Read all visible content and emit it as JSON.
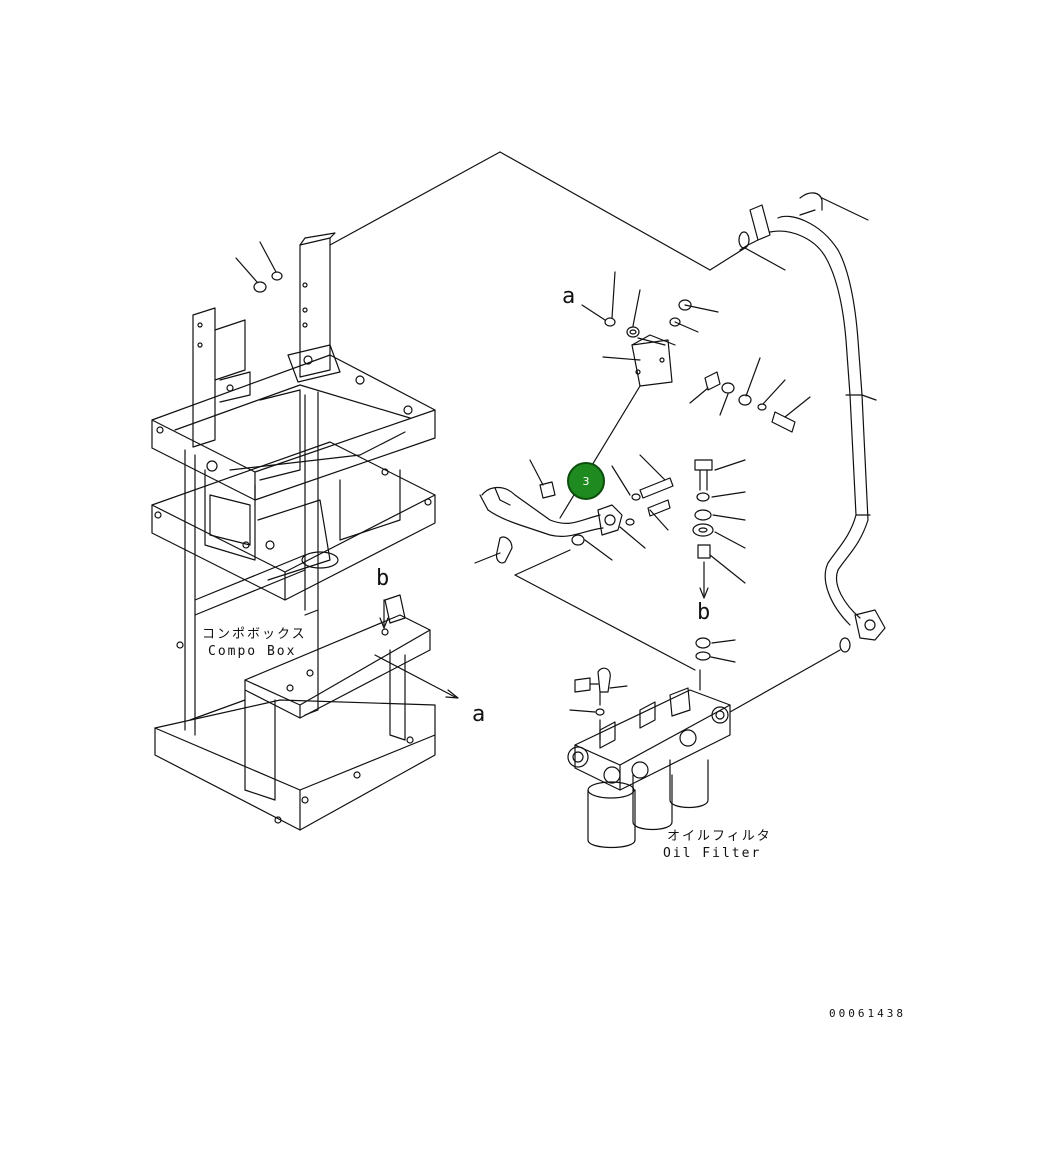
{
  "labels": {
    "ref_a_top": "a",
    "ref_a_bottom": "a",
    "ref_b_left": "b",
    "ref_b_right": "b",
    "compo_box_jp": "コンポボックス",
    "compo_box_en": "Compo Box",
    "oil_filter_jp": "オイルフィルタ",
    "oil_filter_en": "Oil Filter",
    "drawing_number": "00061438"
  },
  "callouts": [
    {
      "number": "3",
      "color": "#1f8a1f"
    }
  ],
  "colors": {
    "line": "#111111",
    "callout_fill": "#1f8a1f"
  }
}
